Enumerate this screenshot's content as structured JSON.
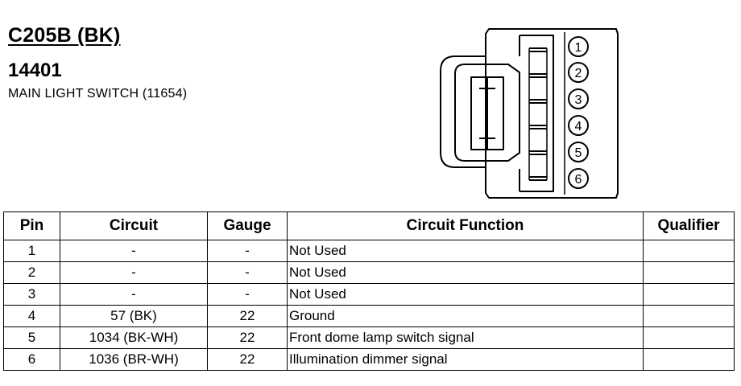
{
  "header": {
    "connector_id": "C205B (BK)",
    "part_number": "14401",
    "description": "MAIN LIGHT SWITCH (11654)"
  },
  "connector": {
    "pin_labels": [
      "1",
      "2",
      "3",
      "4",
      "5",
      "6"
    ]
  },
  "table": {
    "headers": {
      "pin": "Pin",
      "circuit": "Circuit",
      "gauge": "Gauge",
      "function": "Circuit Function",
      "qualifier": "Qualifier"
    },
    "rows": [
      {
        "pin": "1",
        "circuit": "-",
        "gauge": "-",
        "function": "Not Used",
        "qualifier": ""
      },
      {
        "pin": "2",
        "circuit": "-",
        "gauge": "-",
        "function": "Not Used",
        "qualifier": ""
      },
      {
        "pin": "3",
        "circuit": "-",
        "gauge": "-",
        "function": "Not Used",
        "qualifier": ""
      },
      {
        "pin": "4",
        "circuit": "57 (BK)",
        "gauge": "22",
        "function": "Ground",
        "qualifier": ""
      },
      {
        "pin": "5",
        "circuit": "1034 (BK-WH)",
        "gauge": "22",
        "function": "Front dome lamp switch signal",
        "qualifier": ""
      },
      {
        "pin": "6",
        "circuit": "1036 (BR-WH)",
        "gauge": "22",
        "function": "Illumination dimmer signal",
        "qualifier": ""
      }
    ]
  }
}
